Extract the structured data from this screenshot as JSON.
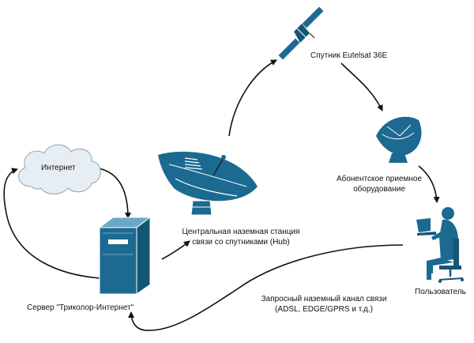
{
  "colors": {
    "node": "#1c6a91",
    "node_light": "#6aa8c6",
    "cloud": "#e6eef3",
    "arrow": "#111111"
  },
  "nodes": {
    "internet": {
      "label": "Интернет",
      "icon": "cloud-icon"
    },
    "server": {
      "label": "Сервер \"Триколор-Интернет\"",
      "icon": "server-icon"
    },
    "hub": {
      "label_line1": "Центральная наземная станция",
      "label_line2": "связи со спутниками (Hub)",
      "icon": "satellite-dish-icon"
    },
    "satellite": {
      "label": "Спутник Eutelsat 36E",
      "icon": "satellite-icon"
    },
    "subscriber": {
      "label_line1": "Абонентское приемное",
      "label_line2": "оборудование",
      "icon": "dish-antenna-icon"
    },
    "user": {
      "label": "Пользователь",
      "icon": "user-at-laptop-icon"
    }
  },
  "channel": {
    "label_line1": "Запросный наземный канал связи",
    "label_line2": "(ADSL, EDGE/GPRS и т.д.)"
  }
}
